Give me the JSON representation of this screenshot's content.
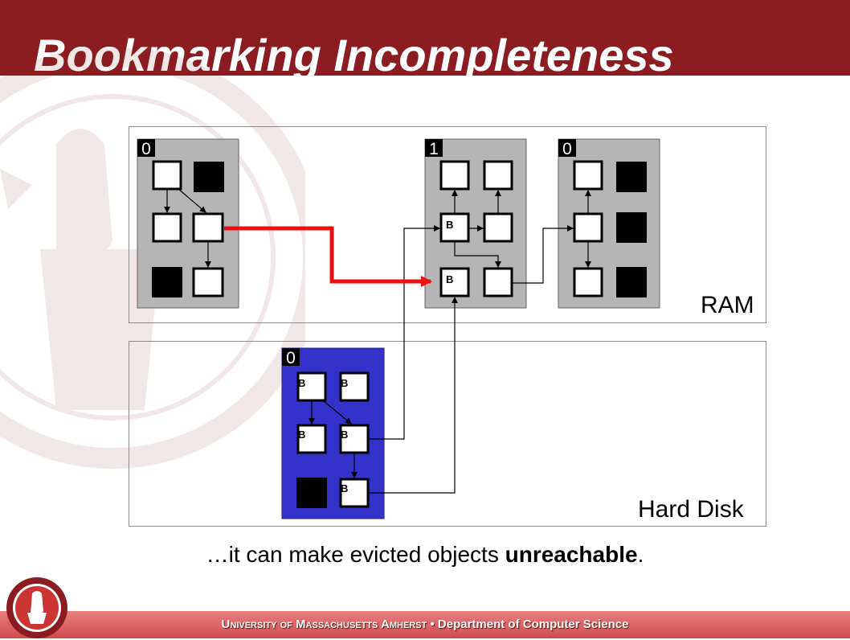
{
  "slide": {
    "title": "Bookmarking Incompleteness",
    "caption_prefix": "…it can make evicted objects ",
    "caption_bold": "unreachable",
    "caption_suffix": "."
  },
  "regions": {
    "ram_label": "RAM",
    "disk_label": "Hard Disk"
  },
  "pages": [
    {
      "id": "ram-page-1",
      "counter": "0",
      "location": "ram",
      "color": "#b5b5b5"
    },
    {
      "id": "ram-page-2",
      "counter": "1",
      "location": "ram",
      "color": "#b5b5b5"
    },
    {
      "id": "ram-page-3",
      "counter": "0",
      "location": "ram",
      "color": "#b5b5b5"
    },
    {
      "id": "disk-page-1",
      "counter": "0",
      "location": "disk",
      "color": "#3333cc"
    }
  ],
  "bookmark_marker": "B",
  "footer": {
    "university": "University of Massachusetts Amherst",
    "separator": "•",
    "department": "Department of Computer Science"
  },
  "colors": {
    "header": "#8b1d22",
    "highlight_edge": "#ee1111",
    "footer": "#d04c4c"
  }
}
